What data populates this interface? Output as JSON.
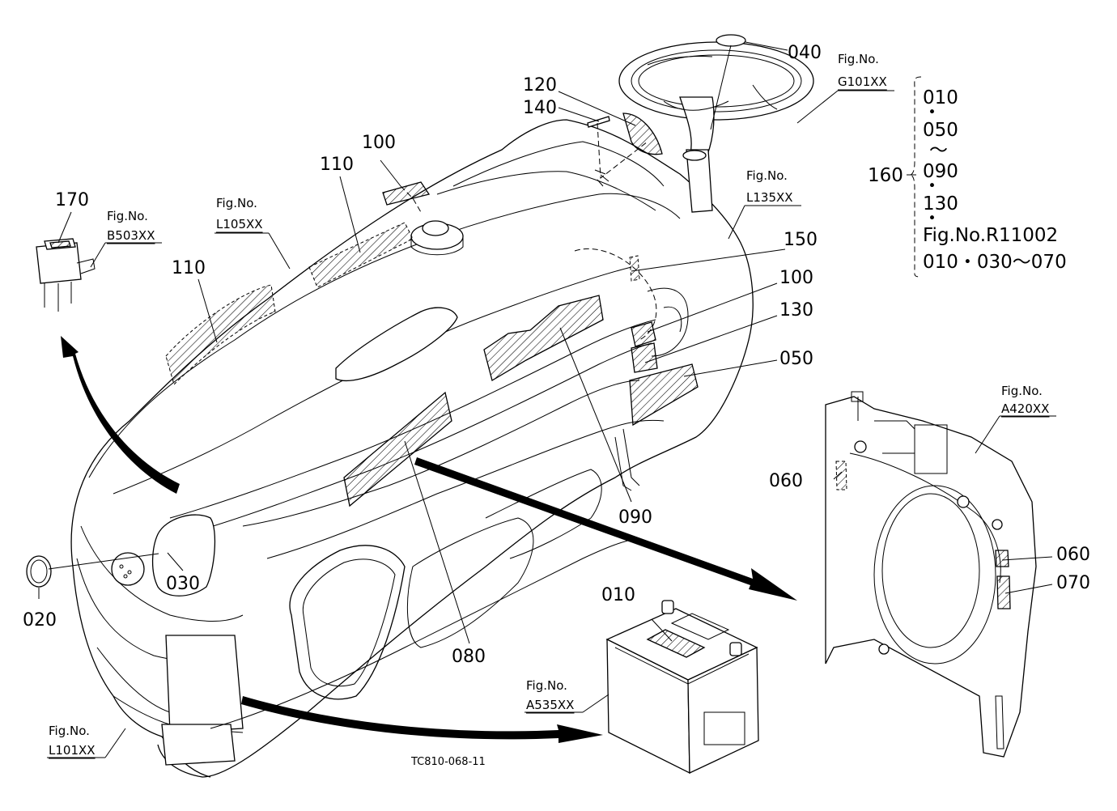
{
  "drawing_code": "TC810-068-11",
  "callouts": [
    {
      "id": "c010",
      "text": "010"
    },
    {
      "id": "c020",
      "text": "020"
    },
    {
      "id": "c030",
      "text": "030"
    },
    {
      "id": "c040",
      "text": "040"
    },
    {
      "id": "c050",
      "text": "050"
    },
    {
      "id": "c060a",
      "text": "060"
    },
    {
      "id": "c060b",
      "text": "060"
    },
    {
      "id": "c070",
      "text": "070"
    },
    {
      "id": "c080",
      "text": "080"
    },
    {
      "id": "c090",
      "text": "090"
    },
    {
      "id": "c100a",
      "text": "100"
    },
    {
      "id": "c100b",
      "text": "100"
    },
    {
      "id": "c110a",
      "text": "110"
    },
    {
      "id": "c110b",
      "text": "110"
    },
    {
      "id": "c120",
      "text": "120"
    },
    {
      "id": "c130",
      "text": "130"
    },
    {
      "id": "c140",
      "text": "140"
    },
    {
      "id": "c150",
      "text": "150"
    },
    {
      "id": "c170",
      "text": "170"
    }
  ],
  "fig_refs": [
    {
      "id": "g101",
      "label": "Fig.No.",
      "code": "G101XX"
    },
    {
      "id": "l135",
      "label": "Fig.No.",
      "code": "L135XX"
    },
    {
      "id": "l105",
      "label": "Fig.No.",
      "code": "L105XX"
    },
    {
      "id": "b503",
      "label": "Fig.No.",
      "code": "B503XX"
    },
    {
      "id": "a420",
      "label": "Fig.No.",
      "code": "A420XX"
    },
    {
      "id": "a535",
      "label": "Fig.No.",
      "code": "A535XX"
    },
    {
      "id": "l101",
      "label": "Fig.No.",
      "code": "L101XX"
    }
  ],
  "group_160": {
    "label": "160",
    "lines": [
      "010",
      "050",
      "～",
      "090",
      "130",
      "Fig.No.R11002",
      "010・030～070"
    ],
    "dots": [
      "・",
      "・",
      "・"
    ]
  }
}
